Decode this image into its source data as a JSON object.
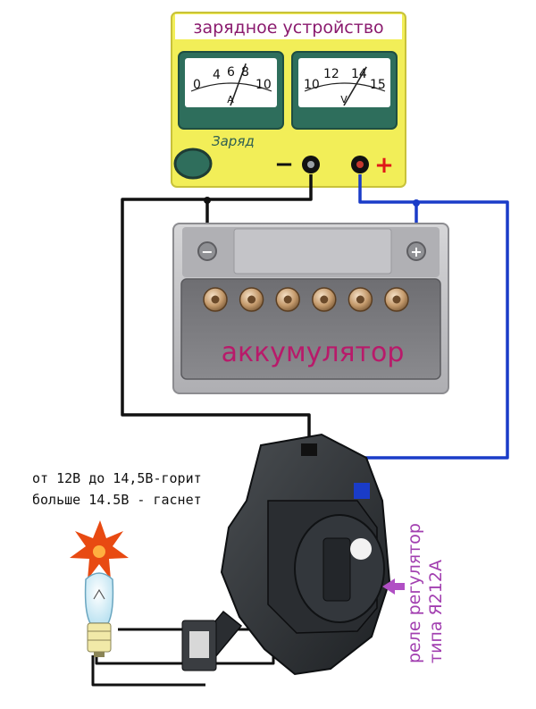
{
  "charger": {
    "title": "зарядное устройство",
    "ammeter": {
      "ticks": [
        "0",
        "4",
        "6",
        "8",
        "10"
      ],
      "unit": "A",
      "needle_fraction": 0.7
    },
    "voltmeter": {
      "ticks": [
        "10",
        "12",
        "14",
        "15"
      ],
      "unit": "V",
      "needle_fraction": 0.8
    },
    "charge_label": "Заряд",
    "minus_label": "−",
    "plus_label": "+"
  },
  "battery": {
    "label": "аккумулятор",
    "minus_symbol": "−",
    "plus_symbol": "+",
    "cap_count": 6
  },
  "notes": {
    "line1": "от 12В до 14,5В-горит",
    "line2": "больше 14.5В - гаснет"
  },
  "relay_label": {
    "line1": "реле регулятор",
    "line2": "типа Я212А"
  },
  "colors": {
    "charger_body": "#f2ee58",
    "title_box": "#ffffff",
    "title_text": "#8a1a6e",
    "battery_body": "#c9c9cb",
    "battery_panel": "#7a7a7e",
    "battery_label": "#b81a6a",
    "wire_black": "#111111",
    "wire_blue": "#1a3cc8",
    "relay_label": "#a23fb0",
    "arrow": "#b04fc4",
    "spark": "#e84a12",
    "plus_red": "#e01818"
  }
}
